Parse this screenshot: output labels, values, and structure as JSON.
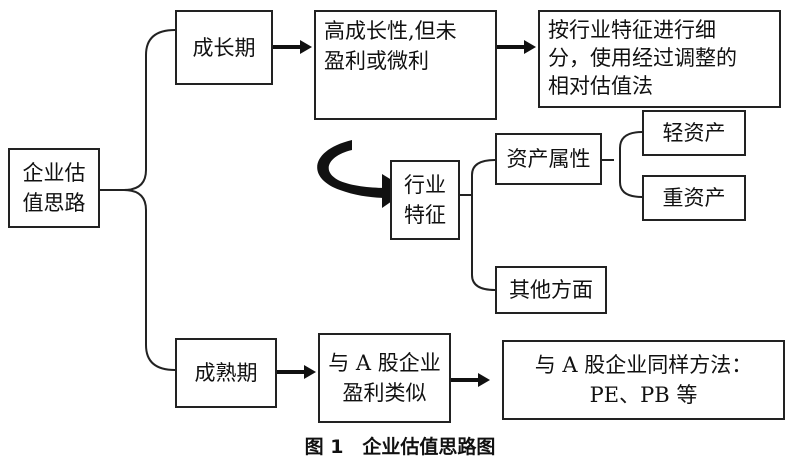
{
  "diagram": {
    "root": {
      "line1": "企业估",
      "line2": "值思路"
    },
    "growth": {
      "stage": "成长期",
      "trait": {
        "line1": "高成长性,但未",
        "line2": "盈利或微利"
      },
      "method": {
        "line1": "按行业特征进行细",
        "line2": "分，使用经过调整的",
        "line3": "相对估值法"
      }
    },
    "industry": {
      "label": {
        "line1": "行业",
        "line2": "特征"
      },
      "asset_attr": "资产属性",
      "light_asset": "轻资产",
      "heavy_asset": "重资产",
      "other": "其他方面"
    },
    "mature": {
      "stage": "成熟期",
      "trait": {
        "line1": "与 A 股企业",
        "line2": "盈利类似"
      },
      "method": {
        "line1": "与 A 股企业同样方法：",
        "line2": "PE、PB 等"
      }
    }
  },
  "caption": "图 1　企业估值思路图"
}
